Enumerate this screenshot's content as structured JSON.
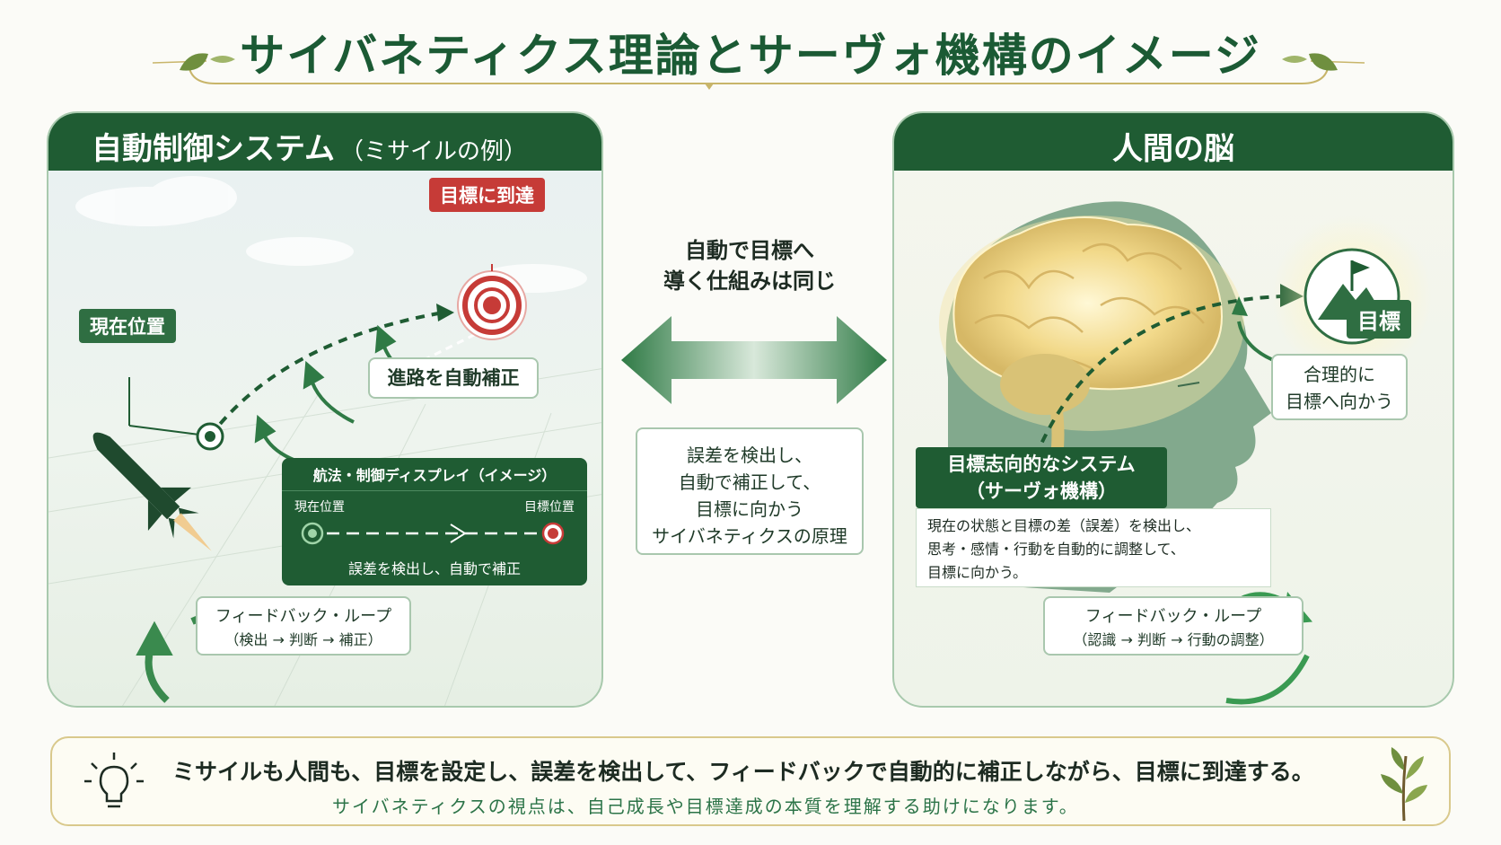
{
  "title": "サイバネティクス理論とサーヴォ機構のイメージ",
  "left_panel": {
    "title": "自動制御システム",
    "title_sub": "（ミサイルの例）",
    "target_reached": "目標に到達",
    "current_position": "現在位置",
    "auto_correct": "進路を自動補正",
    "display": {
      "title": "航法・制御ディスプレイ（イメージ）",
      "current": "現在位置",
      "target": "目標位置",
      "footer": "誤差を検出し、自動で補正"
    },
    "feedback": {
      "line1": "フィードバック・ループ",
      "line2": "（検出 → 判断 → 補正）"
    }
  },
  "center": {
    "top_line1": "自動で目標へ",
    "top_line2": "導く仕組みは同じ",
    "box_lines": [
      "誤差を検出し、",
      "自動で補正して、",
      "目標に向かう",
      "サイバネティクスの原理"
    ]
  },
  "right_panel": {
    "title": "人間の脳",
    "goal": "目標",
    "rational_line1": "合理的に",
    "rational_line2": "目標へ向かう",
    "system_line1": "目標志向的なシステム",
    "system_line2": "（サーヴォ機構）",
    "desc_lines": [
      "現在の状態と目標の差（誤差）を検出し、",
      "思考・感情・行動を自動的に調整して、",
      "目標に向かう。"
    ],
    "feedback": {
      "line1": "フィードバック・ループ",
      "line2": "（認識 → 判断 → 行動の調整）"
    }
  },
  "bottom": {
    "main": "ミサイルも人間も、目標を設定し、誤差を検出して、フィードバックで自動的に補正しながら、目標に到達する。",
    "sub": "サイバネティクスの視点は、自己成長や目標達成の本質を理解する助けになります。"
  },
  "colors": {
    "primary_green": "#1f5c33",
    "accent_red": "#c63b37",
    "gold": "#d9c98c"
  },
  "icons": [
    "leaf-icon",
    "missile-icon",
    "target-icon",
    "brain-icon",
    "mountain-flag-icon",
    "lightbulb-icon",
    "plant-icon",
    "double-arrow-icon"
  ]
}
